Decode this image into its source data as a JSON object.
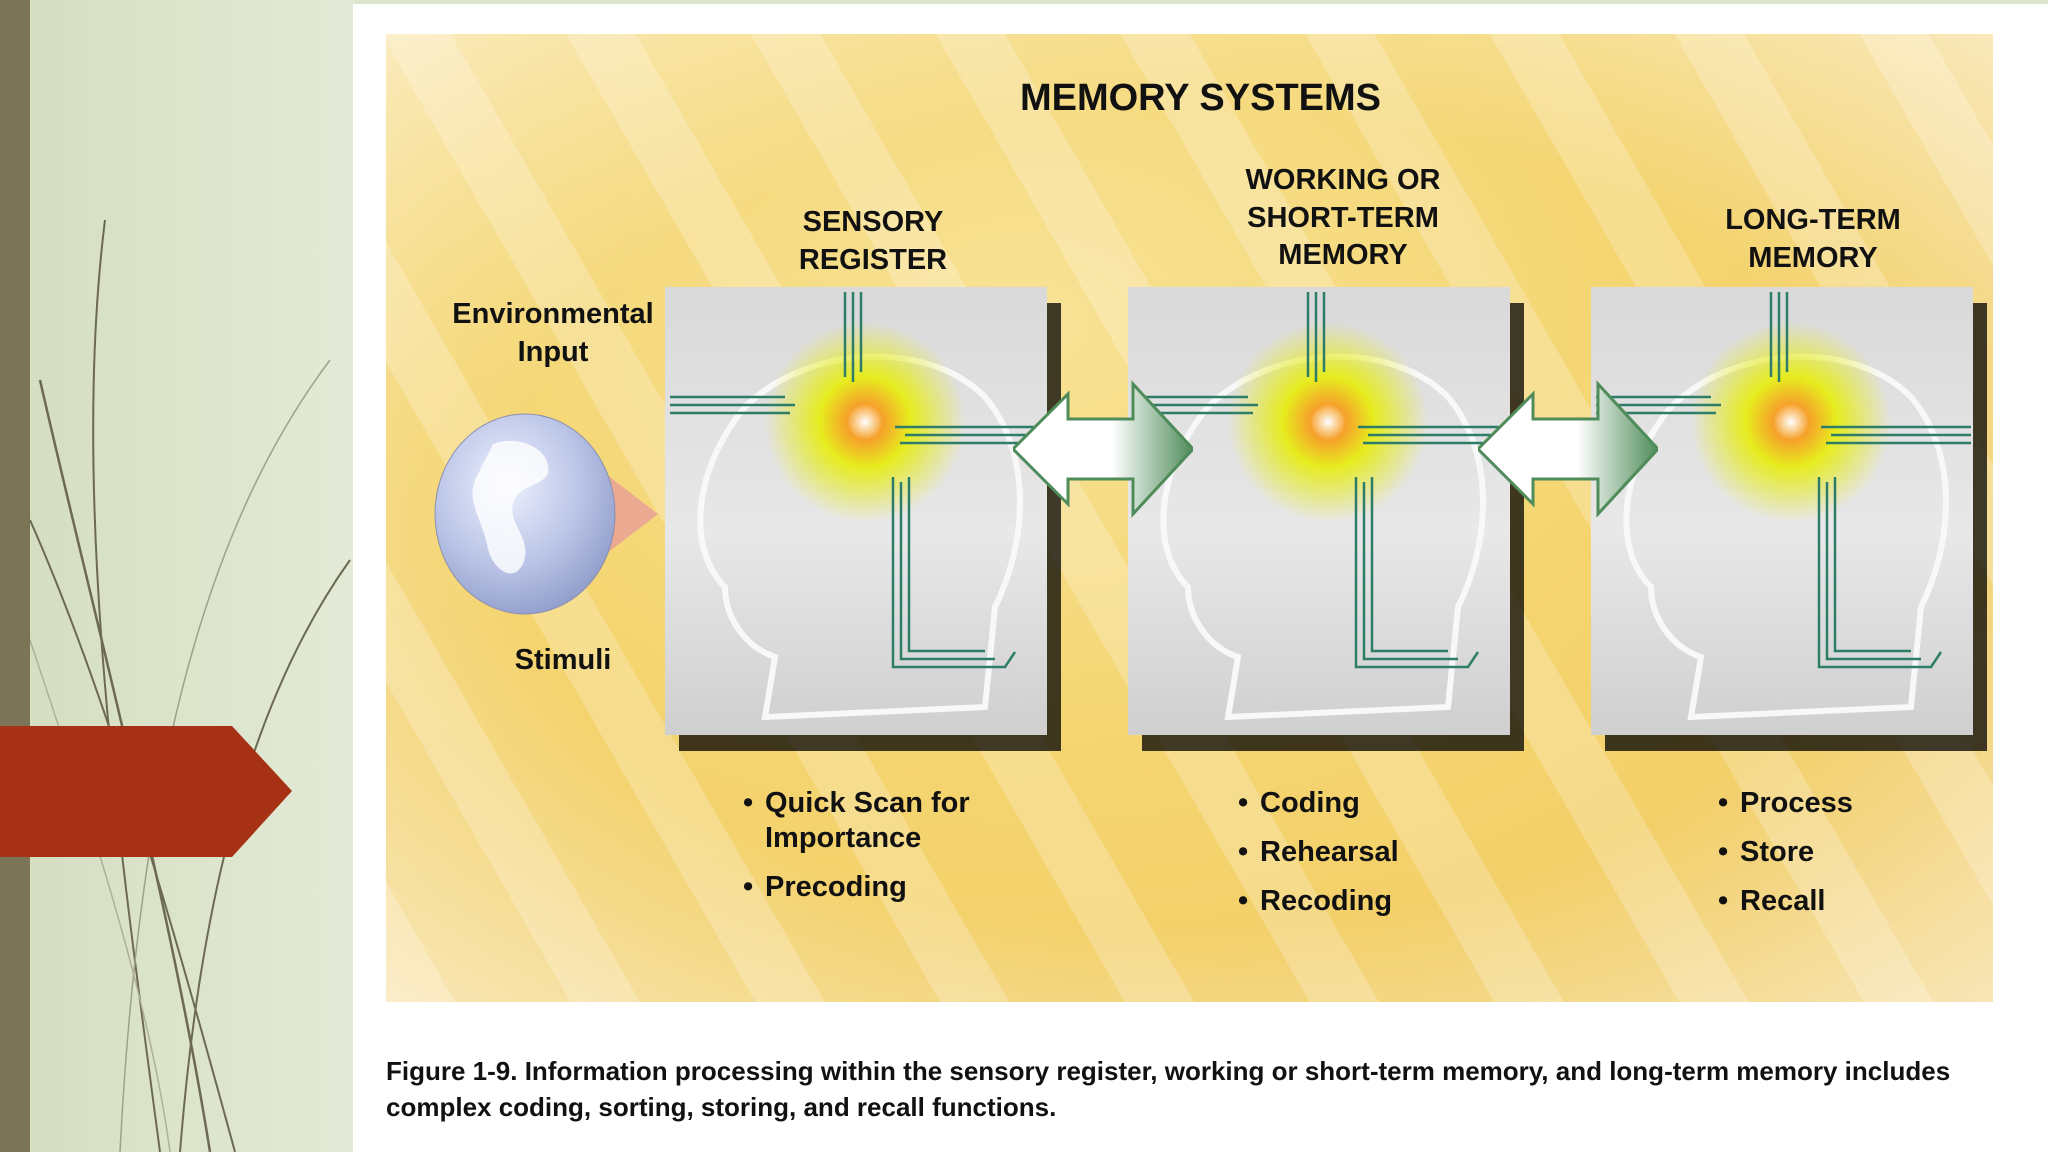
{
  "diagram": {
    "title": "MEMORY SYSTEMS",
    "input_label": [
      "Environmental",
      "Input"
    ],
    "stimuli_label": "Stimuli",
    "panels": [
      {
        "label": [
          "SENSORY",
          "REGISTER"
        ],
        "bullets": [
          [
            "Quick Scan for",
            "Importance"
          ],
          [
            "Precoding"
          ]
        ]
      },
      {
        "label": [
          "WORKING OR",
          "SHORT-TERM",
          "MEMORY"
        ],
        "bullets": [
          [
            "Coding"
          ],
          [
            "Rehearsal"
          ],
          [
            "Recoding"
          ]
        ]
      },
      {
        "label": [
          "LONG-TERM",
          "MEMORY"
        ],
        "bullets": [
          [
            "Process"
          ],
          [
            "Store"
          ],
          [
            "Recall"
          ]
        ]
      }
    ],
    "caption": [
      "Figure 1-9. Information processing within the sensory register, working or short-term memory, and long-term memory includes",
      "complex coding, sorting, storing, and recall functions."
    ]
  },
  "colors": {
    "left_bar": "#7b7457",
    "accent_tab": "#a63114",
    "arrow": "#4f8c5a",
    "circuit": "#2e7d68",
    "glow": "#e6ec1e"
  }
}
